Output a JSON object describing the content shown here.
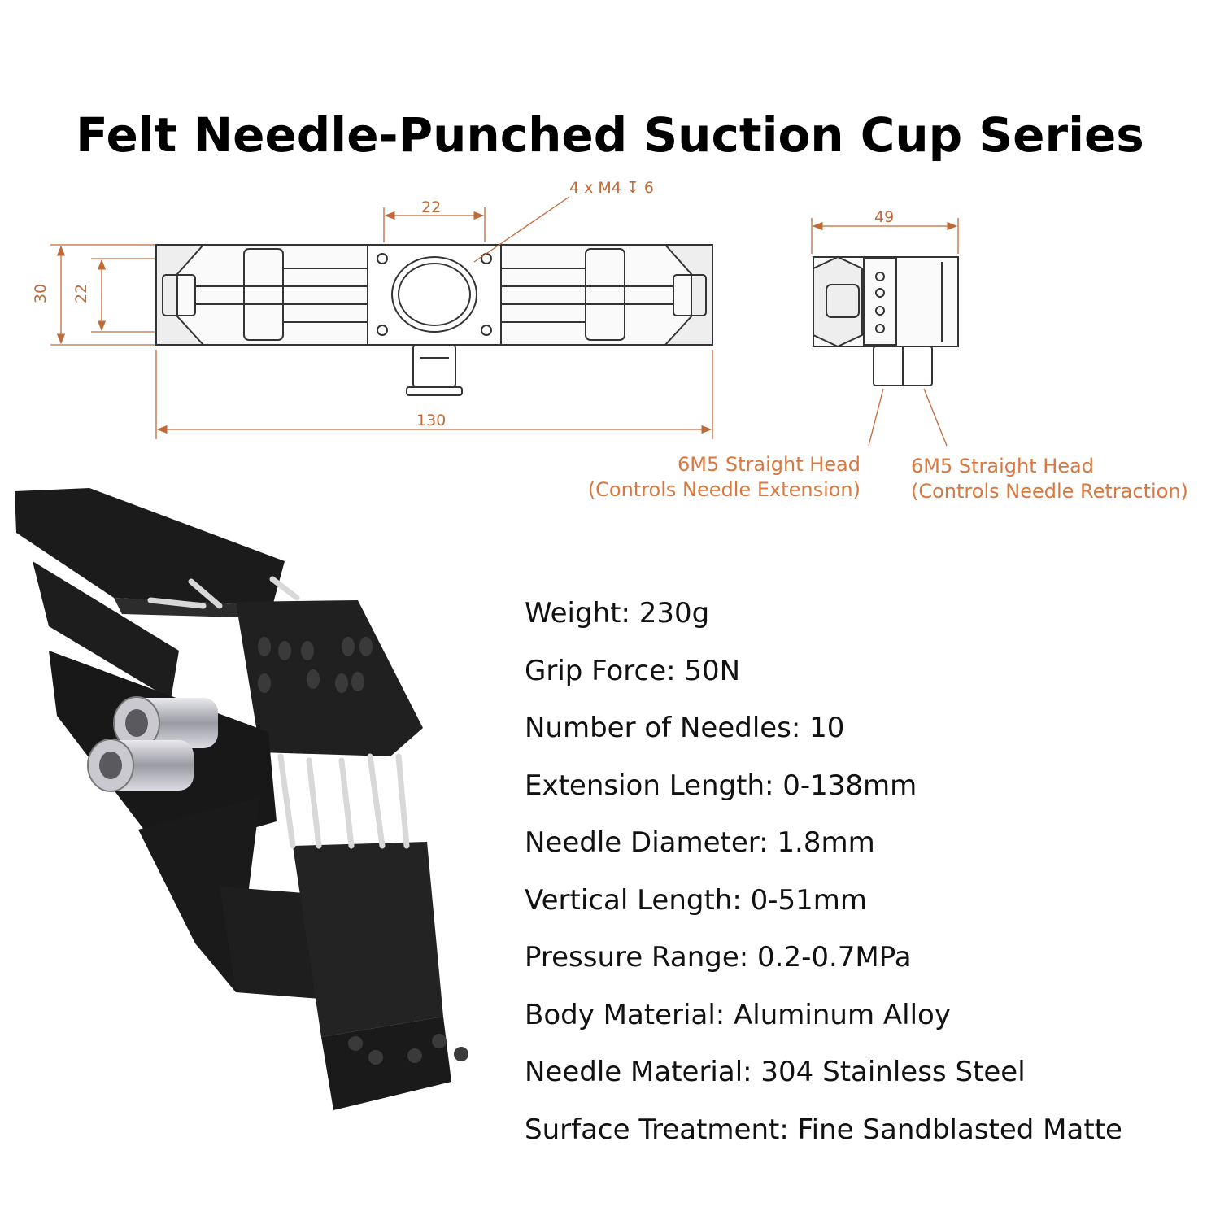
{
  "title": "Felt Needle-Punched Suction Cup Series",
  "drawing": {
    "dim_hole_spacing": "22",
    "dim_hole_note": "4 x M4 ↧ 6",
    "dim_height_outer": "30",
    "dim_height_inner": "22",
    "dim_length": "130",
    "dim_side_width": "49"
  },
  "callouts": [
    {
      "line1": "6M5 Straight Head",
      "line2": "(Controls Needle Extension)"
    },
    {
      "line1": "6M5 Straight Head",
      "line2": "(Controls Needle Retraction)"
    }
  ],
  "specs": [
    "Weight: 230g",
    "Grip Force: 50N",
    "Number of Needles: 10",
    "Extension Length: 0-138mm",
    "Needle Diameter: 1.8mm",
    "Vertical Length: 0-51mm",
    "Pressure Range: 0.2-0.7MPa",
    "Body Material: Aluminum Alloy",
    "Needle Material: 304 Stainless Steel",
    "Surface Treatment: Fine Sandblasted Matte"
  ],
  "colors": {
    "dimension": "#c06a3a",
    "callout": "#d9773f",
    "body": "#1a1a1a"
  }
}
